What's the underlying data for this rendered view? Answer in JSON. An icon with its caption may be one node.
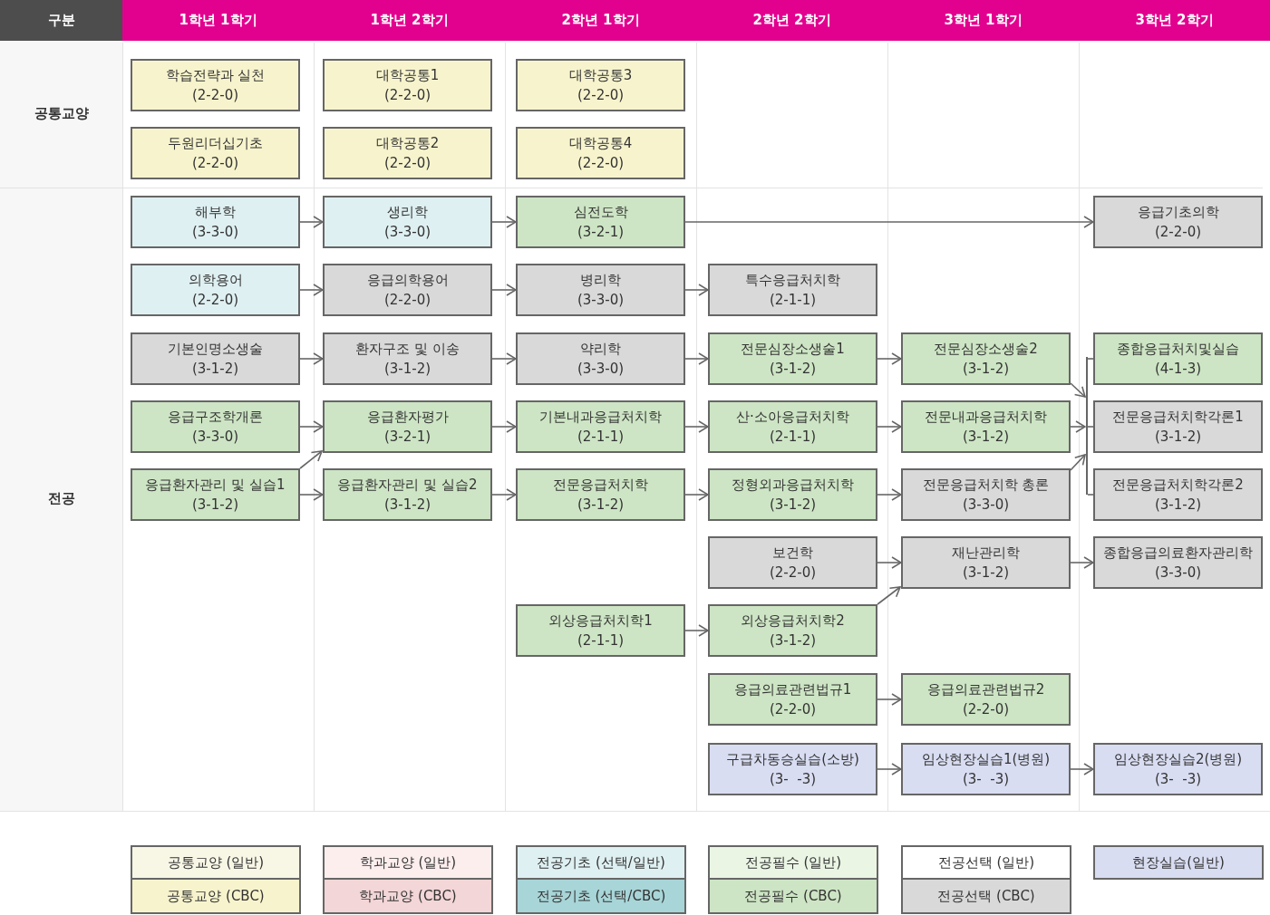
{
  "diagram": {
    "nodes": [
      {
        "text": [
          "학습전략과 실천",
          "(2-2-0)"
        ]
      },
      {
        "text": [
          "대학공통1",
          "(2-2-0)"
        ]
      },
      {
        "text": [
          "대학공통3",
          "(2-2-0)"
        ]
      },
      {
        "text": [
          "두원리더십기초",
          "(2-2-0)"
        ]
      },
      {
        "text": [
          "대학공통2",
          "(2-2-0)"
        ]
      },
      {
        "text": [
          "대학공통4",
          "(2-2-0)"
        ]
      },
      {
        "text": [
          "해부학",
          "(3-3-0)"
        ]
      },
      {
        "text": [
          "생리학",
          "(3-3-0)"
        ]
      },
      {
        "text": [
          "심전도학",
          "(3-2-1)"
        ]
      },
      {
        "text": [
          "응급기초의학",
          "(2-2-0)"
        ]
      },
      {
        "text": [
          "의학용어",
          "(2-2-0)"
        ]
      },
      {
        "text": [
          "응급의학용어",
          "(2-2-0)"
        ]
      },
      {
        "text": [
          "병리학",
          "(3-3-0)"
        ]
      },
      {
        "text": [
          "특수응급처치학",
          "(2-1-1)"
        ]
      },
      {
        "text": [
          "기본인명소생술",
          "(3-1-2)"
        ]
      },
      {
        "text": [
          "환자구조 및 이송",
          "(3-1-2)"
        ]
      },
      {
        "text": [
          "약리학",
          "(3-3-0)"
        ]
      },
      {
        "text": [
          "전문심장소생술1",
          "(3-1-2)"
        ]
      },
      {
        "text": [
          "전문심장소생술2",
          "(3-1-2)"
        ]
      },
      {
        "text": [
          "종합응급처치및실습",
          "(4-1-3)"
        ]
      },
      {
        "text": [
          "응급구조학개론",
          "(3-3-0)"
        ]
      },
      {
        "text": [
          "응급환자평가",
          "(3-2-1)"
        ]
      },
      {
        "text": [
          "기본내과응급처치학",
          "(2-1-1)"
        ]
      },
      {
        "text": [
          "산·소아응급처치학",
          "(2-1-1)"
        ]
      },
      {
        "text": [
          "전문내과응급처치학",
          "(3-1-2)"
        ]
      },
      {
        "text": [
          "전문응급처치학각론1",
          "(3-1-2)"
        ]
      },
      {
        "text": [
          "응급환자관리 및 실습1",
          "(3-1-2)"
        ]
      },
      {
        "text": [
          "응급환자관리 및 실습2",
          "(3-1-2)"
        ]
      },
      {
        "text": [
          "전문응급처치학",
          "(3-1-2)"
        ]
      },
      {
        "text": [
          "정형외과응급처치학",
          "(3-1-2)"
        ]
      },
      {
        "text": [
          "전문응급처치학 총론",
          "(3-3-0)"
        ]
      },
      {
        "text": [
          "전문응급처치학각론2",
          "(3-1-2)"
        ]
      },
      {
        "text": [
          "보건학",
          "(2-2-0)"
        ]
      },
      {
        "text": [
          "재난관리학",
          "(3-1-2)"
        ]
      },
      {
        "text": [
          "종합응급의료환자관리학",
          "(3-3-0)"
        ]
      },
      {
        "text": [
          "외상응급처치학1",
          "(2-1-1)"
        ]
      },
      {
        "text": [
          "외상응급처치학2",
          "(3-1-2)"
        ]
      },
      {
        "text": [
          "응급의료관련법규1",
          "(2-2-0)"
        ]
      },
      {
        "text": [
          "응급의료관련법규2",
          "(2-2-0)"
        ]
      },
      {
        "text": [
          "구급차동승실습(소방)",
          "(3-  -3)"
        ]
      },
      {
        "text": [
          "임상현장실습1(병원)",
          "(3-  -3)"
        ]
      },
      {
        "text": [
          "임상현장실습2(병원)",
          "(3-  -3)"
        ]
      },
      {
        "text": [],
        "shape": "bar"
      }
    ],
    "edges": [
      {
        "from": 6,
        "to": 7,
        "arrow": "to"
      },
      {
        "from": 7,
        "to": 8,
        "arrow": "to"
      },
      {
        "from": 8,
        "to": 9,
        "arrow": "to"
      },
      {
        "from": 10,
        "to": 11,
        "arrow": "to"
      },
      {
        "from": 11,
        "to": 12,
        "arrow": "to"
      },
      {
        "from": 12,
        "to": 13,
        "arrow": "to"
      },
      {
        "from": 14,
        "to": 15,
        "arrow": "to"
      },
      {
        "from": 15,
        "to": 16,
        "arrow": "to"
      },
      {
        "from": 16,
        "to": 17,
        "arrow": "to"
      },
      {
        "from": 17,
        "to": 18,
        "arrow": "to"
      },
      {
        "from": 18,
        "to": 42,
        "arrow": "to"
      },
      {
        "from": 20,
        "to": 21,
        "arrow": "to"
      },
      {
        "from": 21,
        "to": 22,
        "arrow": "to"
      },
      {
        "from": 22,
        "to": 23,
        "arrow": "to"
      },
      {
        "from": 23,
        "to": 24,
        "arrow": "to"
      },
      {
        "from": 24,
        "to": 42,
        "arrow": "to"
      },
      {
        "from": 26,
        "to": 21,
        "arrow": "to"
      },
      {
        "from": 26,
        "to": 27,
        "arrow": "to"
      },
      {
        "from": 27,
        "to": 28,
        "arrow": "to"
      },
      {
        "from": 28,
        "to": 29,
        "arrow": "to"
      },
      {
        "from": 29,
        "to": 30,
        "arrow": "to"
      },
      {
        "from": 30,
        "to": 42,
        "arrow": "to"
      },
      {
        "from": 42,
        "to": 19,
        "arrow": "none"
      },
      {
        "from": 42,
        "to": 25,
        "arrow": "none"
      },
      {
        "from": 42,
        "to": 31,
        "arrow": "none"
      },
      {
        "from": 32,
        "to": 33,
        "arrow": "to"
      },
      {
        "from": 33,
        "to": 34,
        "arrow": "to"
      },
      {
        "from": 35,
        "to": 36,
        "arrow": "to"
      },
      {
        "from": 36,
        "to": 33,
        "arrow": "to"
      },
      {
        "from": 37,
        "to": 38,
        "arrow": "to"
      },
      {
        "from": 39,
        "to": 40,
        "arrow": "to"
      },
      {
        "from": 40,
        "to": 41,
        "arrow": "to"
      }
    ],
    "labels": [
      "구분",
      "1학년 1학기",
      "1학년 2학기",
      "2학년 1학기",
      "2학년 2학기",
      "3학년 1학기",
      "3학년 2학기",
      "공통교양",
      "전공"
    ],
    "legend": [
      {
        "text": "공통교양 (일반)",
        "color": "#f8f7e6"
      },
      {
        "text": "공통교양 (CBC)",
        "color": "#f7f4cd"
      },
      {
        "text": "학과교양 (일반)",
        "color": "#fdeeee"
      },
      {
        "text": "학과교양 (CBC)",
        "color": "#f3d6d7"
      },
      {
        "text": "전공기초 (선택/일반)",
        "color": "#dff0f2"
      },
      {
        "text": "전공기초 (선택/CBC)",
        "color": "#a8d5d8"
      },
      {
        "text": "전공필수 (일반)",
        "color": "#eaf5e4"
      },
      {
        "text": "전공필수 (CBC)",
        "color": "#cde5c4"
      },
      {
        "text": "전공선택 (일반)",
        "color": "#ffffff"
      },
      {
        "text": "전공선택 (CBC)",
        "color": "#d9d9d9"
      },
      {
        "text": "현장실습(일반)",
        "color": "#d9ddf2"
      }
    ]
  }
}
